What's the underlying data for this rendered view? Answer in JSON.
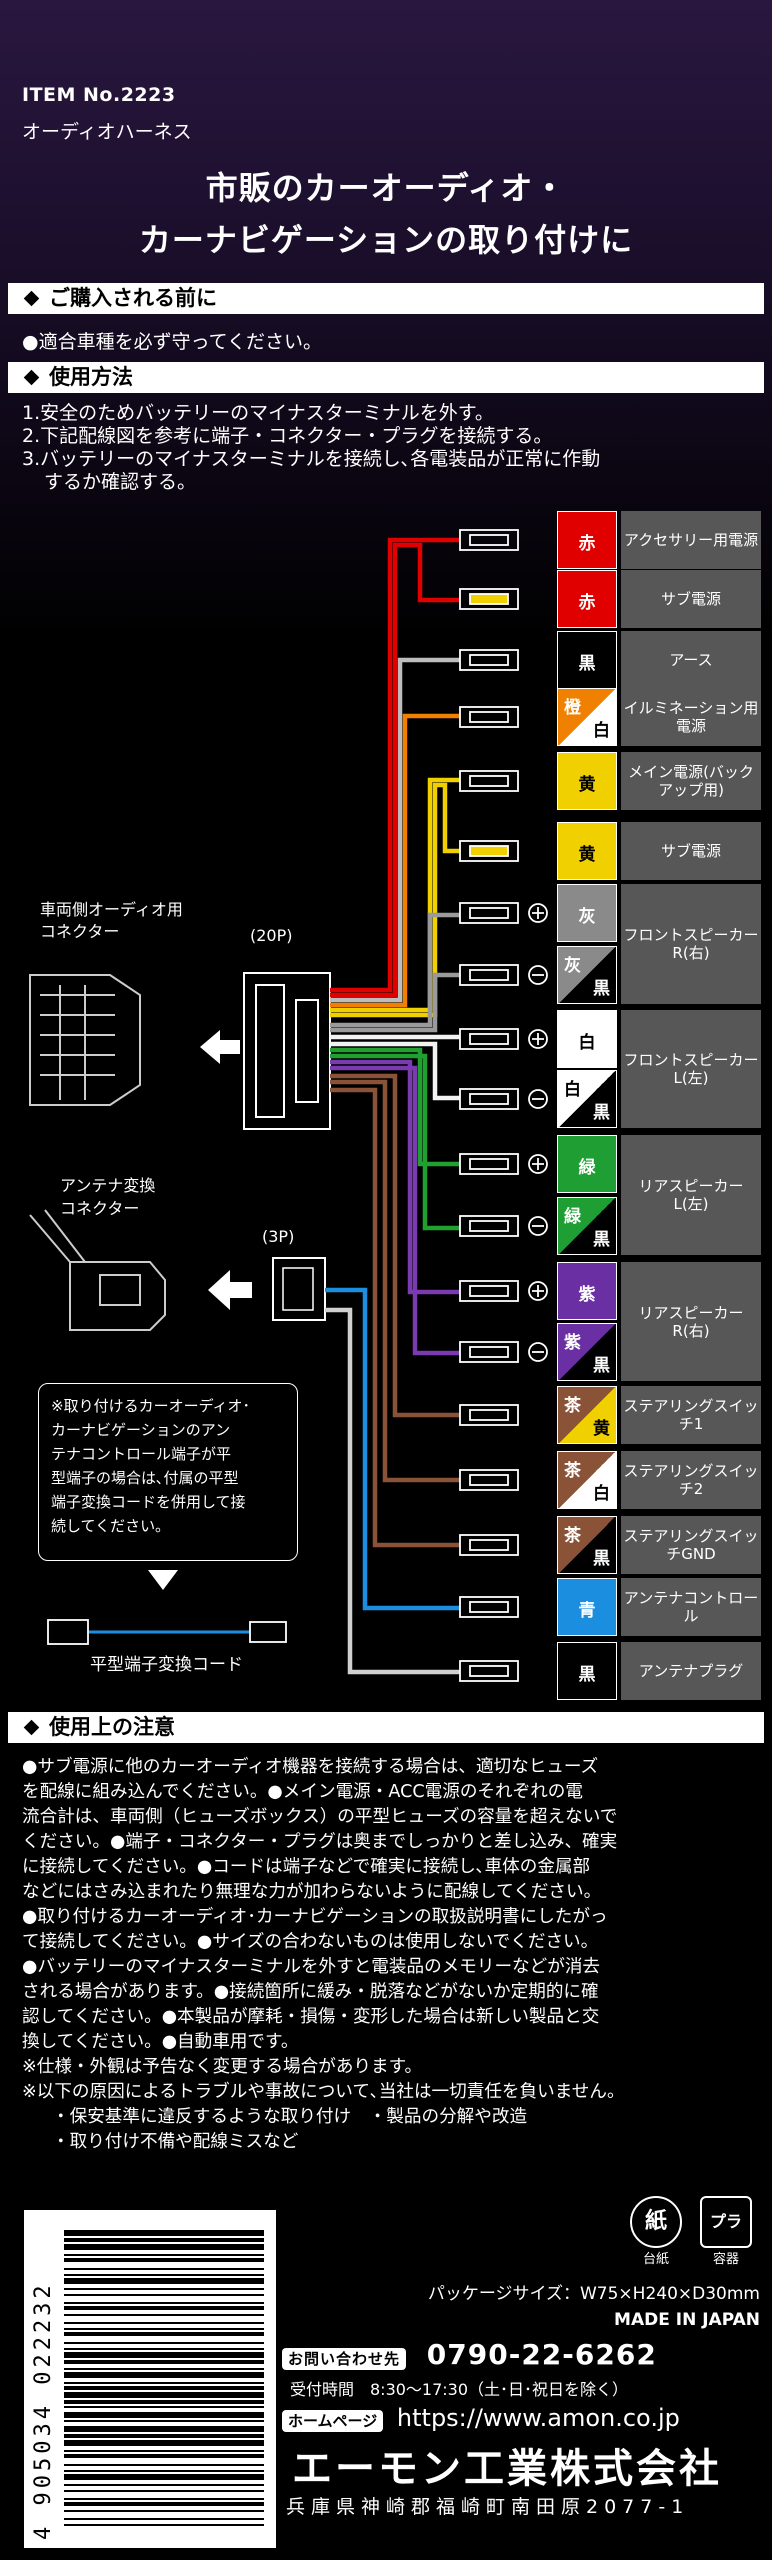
{
  "header": {
    "item_no": "ITEM No.2223",
    "item_name": "オーディオハーネス",
    "title_line1": "市販のカーオーディオ・",
    "title_line2": "カーナビゲーションの取り付けに"
  },
  "sections": {
    "before": "ご購入される前に",
    "usage": "使用方法",
    "caution": "使用上の注意"
  },
  "before_note": "●適合車種を必ず守ってください。",
  "steps": [
    "1.安全のためバッテリーのマイナスターミナルを外す。",
    "2.下記配線図を参考に端子・コネクター・プラグを接続する。",
    "3.バッテリーのマイナスターミナルを接続し､各電装品が正常に作動",
    "するか確認する。"
  ],
  "diagram": {
    "vehicle_connector": "車両側オーディオ用",
    "vehicle_connector2": "コネクター",
    "pin20": "(20P)",
    "pin3": "(3P)",
    "antenna_conv1": "アンテナ変換",
    "antenna_conv2": "コネクター",
    "flat_cord": "平型端子変換コード",
    "callout": [
      "※取り付けるカーオーディオ･",
      "カーナビゲーションのアン",
      "テナコントロール端子が平",
      "型端子の場合は､付属の平型",
      "端子変換コードを併用して接",
      "続してください｡"
    ],
    "labels": [
      {
        "color": "赤",
        "text": "アクセサリー用電源"
      },
      {
        "color": "赤",
        "text": "サブ電源"
      },
      {
        "color": "黒",
        "text": "アース"
      },
      {
        "color": "橙",
        "color2": "白",
        "text": "イルミネーション用電源"
      },
      {
        "color": "黄",
        "text": "メイン電源(バックアップ用)"
      },
      {
        "color": "黄",
        "text": "サブ電源"
      },
      {
        "color": "灰",
        "text": "フロントスピーカーR(右)"
      },
      {
        "color": "灰",
        "color2": "黒",
        "text": ""
      },
      {
        "color": "白",
        "text": "フロントスピーカーL(左)"
      },
      {
        "color": "白",
        "color2": "黒",
        "text": ""
      },
      {
        "color": "緑",
        "text": "リアスピーカーL(左)"
      },
      {
        "color": "緑",
        "color2": "黒",
        "text": ""
      },
      {
        "color": "紫",
        "text": "リアスピーカーR(右)"
      },
      {
        "color": "紫",
        "color2": "黒",
        "text": ""
      },
      {
        "color": "茶",
        "color2": "黄",
        "text": "ステアリングスイッチ1"
      },
      {
        "color": "茶",
        "color2": "白",
        "text": "ステアリングスイッチ2"
      },
      {
        "color": "茶",
        "color2": "黒",
        "text": "ステアリングスイッチGND"
      },
      {
        "color": "青",
        "text": "アンテナコントロール"
      },
      {
        "color": "黒",
        "text": "アンテナプラグ"
      }
    ]
  },
  "caution_lines": [
    "●サブ電源に他のカーオーディオ機器を接続する場合は、適切なヒューズ",
    "を配線に組み込んでください。●メイン電源・ACC電源のそれぞれの電",
    "流合計は、車両側（ヒューズボックス）の平型ヒューズの容量を超えないで",
    "ください。●端子・コネクター・プラグは奥までしっかりと差し込み、確実",
    "に接続してください。●コードは端子などで確実に接続し､車体の金属部",
    "などにはさみ込まれたり無理な力が加わらないように配線してください。",
    "●取り付けるカーオーディオ･カーナビゲーションの取扱説明書にしたがっ",
    "て接続してください。●サイズの合わないものは使用しないでください。",
    "●バッテリーのマイナスターミナルを外すと電装品のメモリーなどが消去",
    "される場合があります。●接続箇所に緩み・脱落などがないか定期的に確",
    "認してください。●本製品が摩耗・損傷・変形した場合は新しい製品と交",
    "換してください。●自動車用です。",
    "※仕様・外観は予告なく変更する場合があります。",
    "※以下の原因によるトラブルや事故について､当社は一切責任を負いません。"
  ],
  "caution_items": [
    "・保安基準に違反するような取り付け　・製品の分解や改造",
    "・取り付け不備や配線ミスなど"
  ],
  "footer": {
    "barcode_number": "4 905034 022232",
    "paper_mark": "紙",
    "paper_label": "台紙",
    "plastic_mark": "プラ",
    "plastic_label": "容器",
    "package_size": "パッケージサイズ：W75×H240×D30mm",
    "made_in": "MADE IN JAPAN",
    "contact_tag": "お問い合わせ先",
    "phone": "0790-22-6262",
    "hours": "受付時間　8:30〜17:30（土･日･祝日を除く）",
    "homepage_tag": "ホームページ",
    "url": "https://www.amon.co.jp",
    "company": "エーモン工業株式会社",
    "address": "兵庫県神崎郡福崎町南田原2077-1"
  }
}
